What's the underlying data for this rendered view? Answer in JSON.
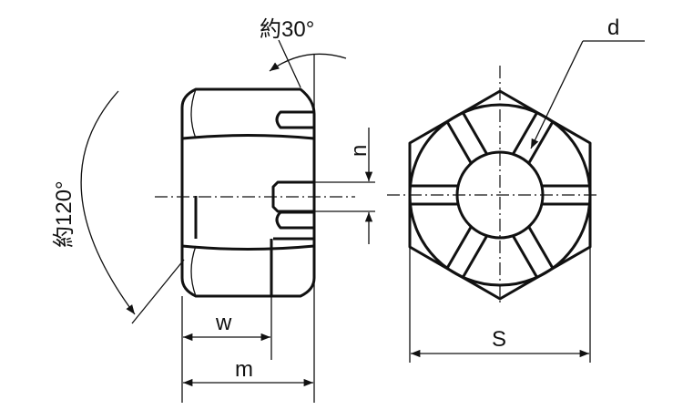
{
  "drawing": {
    "title": "Slotted (castle) hex nut",
    "labels": {
      "angle_top": "約30°",
      "angle_left": "約120°",
      "d": "d",
      "n": "n",
      "w": "w",
      "m": "m",
      "S": "S"
    },
    "line_color": "#111111",
    "background": "#ffffff"
  }
}
